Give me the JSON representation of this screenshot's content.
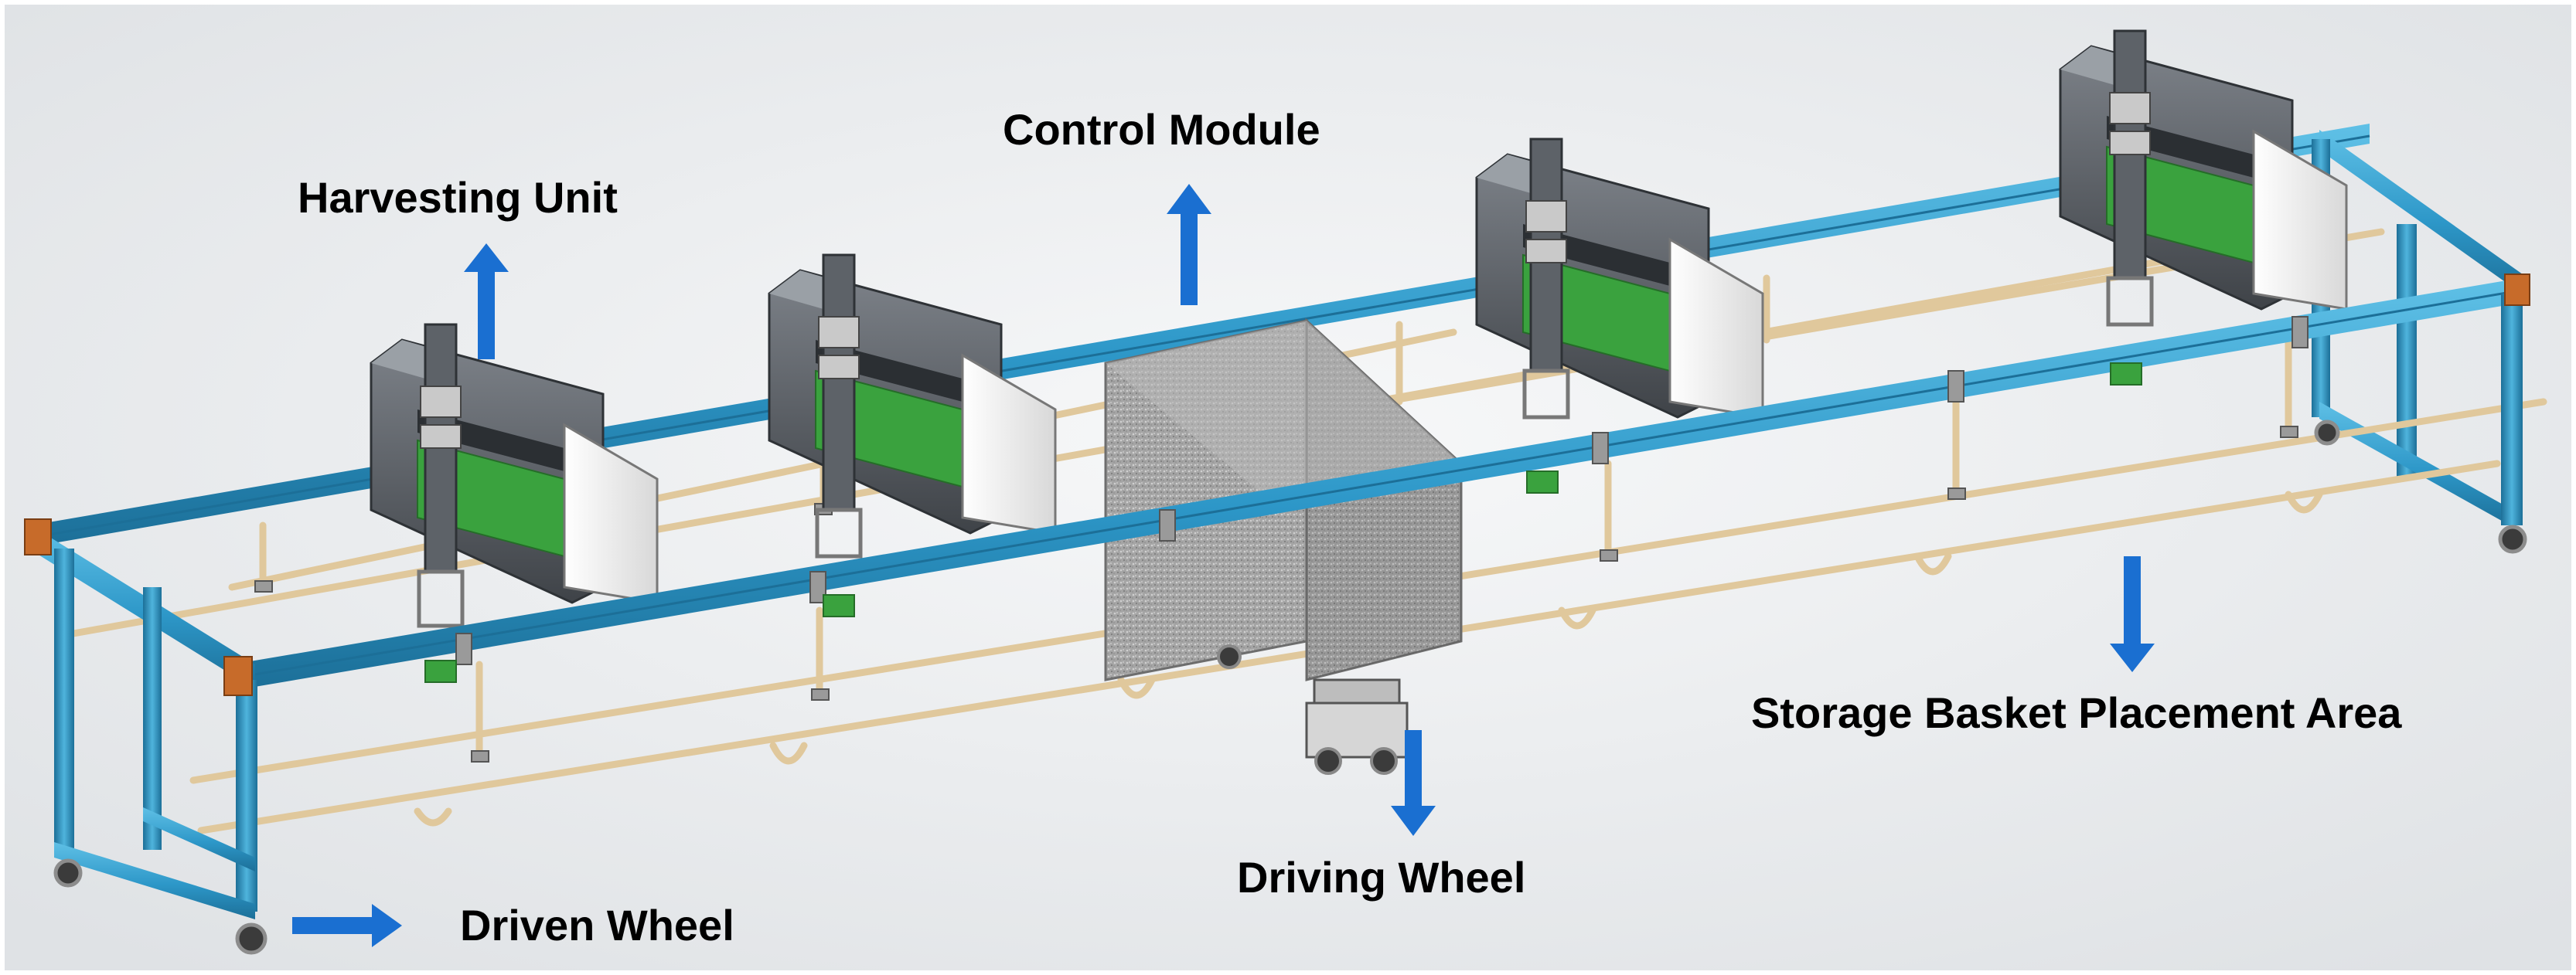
{
  "labels": {
    "harvesting_unit": "Harvesting Unit",
    "control_module": "Control Module",
    "storage_basket_area": "Storage Basket Placement Area",
    "driving_wheel": "Driving Wheel",
    "driven_wheel": "Driven Wheel"
  },
  "colors": {
    "arrow": "#1a6fd1",
    "frame_rail": "#2d97c8",
    "frame_rail_dark": "#1c6f98",
    "rod": "#e0c89c",
    "unit_body": "#5a5f66",
    "unit_cover": "#f4f4f4",
    "unit_board": "#3aa23e",
    "control_box": "#a8a8a8",
    "connector": "#c76b2a",
    "background": "#eef0f2"
  },
  "icons": [
    "arrow-up-icon",
    "arrow-down-icon",
    "arrow-right-icon"
  ]
}
